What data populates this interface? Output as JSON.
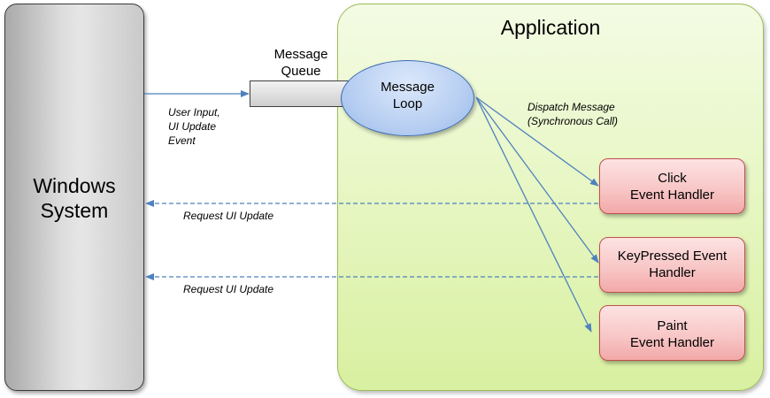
{
  "windows": {
    "title": "Windows\nSystem"
  },
  "application": {
    "title": "Application"
  },
  "queue": {
    "label": "Message\nQueue"
  },
  "loop": {
    "label": "Message\nLoop"
  },
  "handlers": [
    {
      "label": "Click\nEvent Handler"
    },
    {
      "label": "KeyPressed Event\nHandler"
    },
    {
      "label": "Paint\nEvent Handler"
    }
  ],
  "annotations": {
    "user_input": "User Input,\nUI Update\nEvent",
    "dispatch": "Dispatch Message\n(Synchronous Call)",
    "request_1": "Request UI Update",
    "request_2": "Request UI Update"
  },
  "colors": {
    "arrow": "#4f81bd",
    "dashed_arrow": "#4f81bd",
    "windows_border": "#3a3a3a",
    "app_border": "#9bbb59",
    "handler_border": "#c0504d",
    "loop_border": "#3c6bb0"
  }
}
